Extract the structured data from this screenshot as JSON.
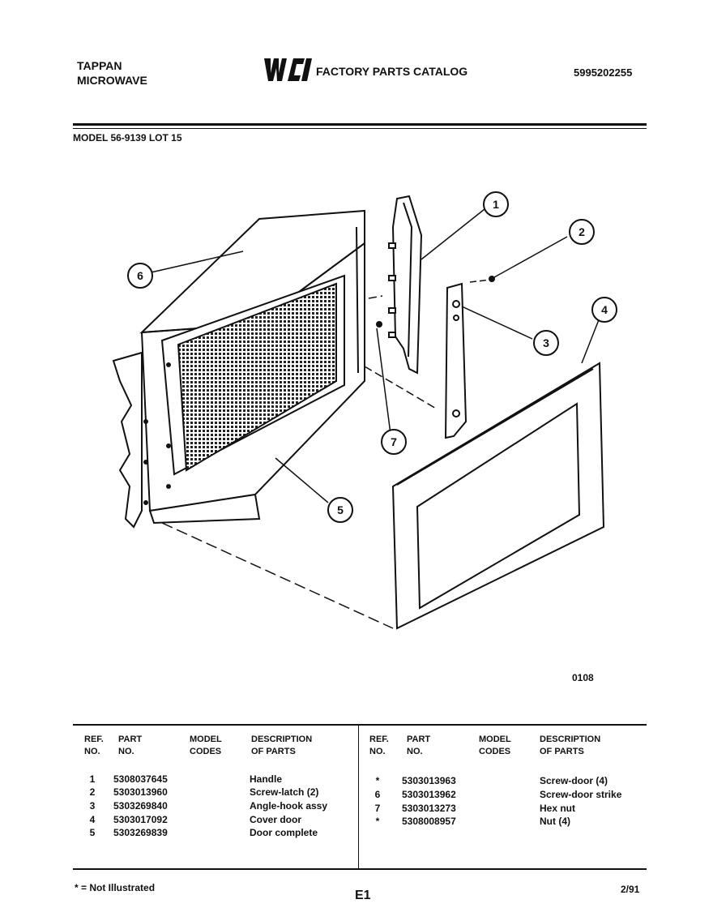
{
  "header": {
    "brand_line1": "TAPPAN",
    "brand_line2": "MICROWAVE",
    "logo_text": "WCI",
    "catalog_title": "FACTORY PARTS CATALOG",
    "catalog_number": "5995202255",
    "model_line": "MODEL 56-9139 LOT 15"
  },
  "diagram": {
    "callouts": [
      "1",
      "2",
      "3",
      "4",
      "5",
      "6",
      "7"
    ],
    "figure_number": "0108"
  },
  "parts_table": {
    "headers": {
      "ref_line1": "REF.",
      "ref_line2": "NO.",
      "part_line1": "PART",
      "part_line2": "NO.",
      "model_line1": "MODEL",
      "model_line2": "CODES",
      "desc_line1": "DESCRIPTION",
      "desc_line2": "OF PARTS"
    },
    "left_rows": [
      {
        "ref": "1",
        "part": "5308037645",
        "desc": "Handle"
      },
      {
        "ref": "2",
        "part": "5303013960",
        "desc": "Screw-latch (2)"
      },
      {
        "ref": "3",
        "part": "5303269840",
        "desc": "Angle-hook assy"
      },
      {
        "ref": "4",
        "part": "5303017092",
        "desc": "Cover door"
      },
      {
        "ref": "5",
        "part": "5303269839",
        "desc": "Door complete"
      }
    ],
    "right_rows": [
      {
        "ref": "*",
        "part": "5303013963",
        "desc": "Screw-door (4)"
      },
      {
        "ref": "6",
        "part": "5303013962",
        "desc": "Screw-door strike"
      },
      {
        "ref": "7",
        "part": "5303013273",
        "desc": "Hex nut"
      },
      {
        "ref": "*",
        "part": "5308008957",
        "desc": "Nut (4)"
      }
    ]
  },
  "footer": {
    "footnote": "* = Not Illustrated",
    "page_id": "E1",
    "date": "2/91"
  }
}
